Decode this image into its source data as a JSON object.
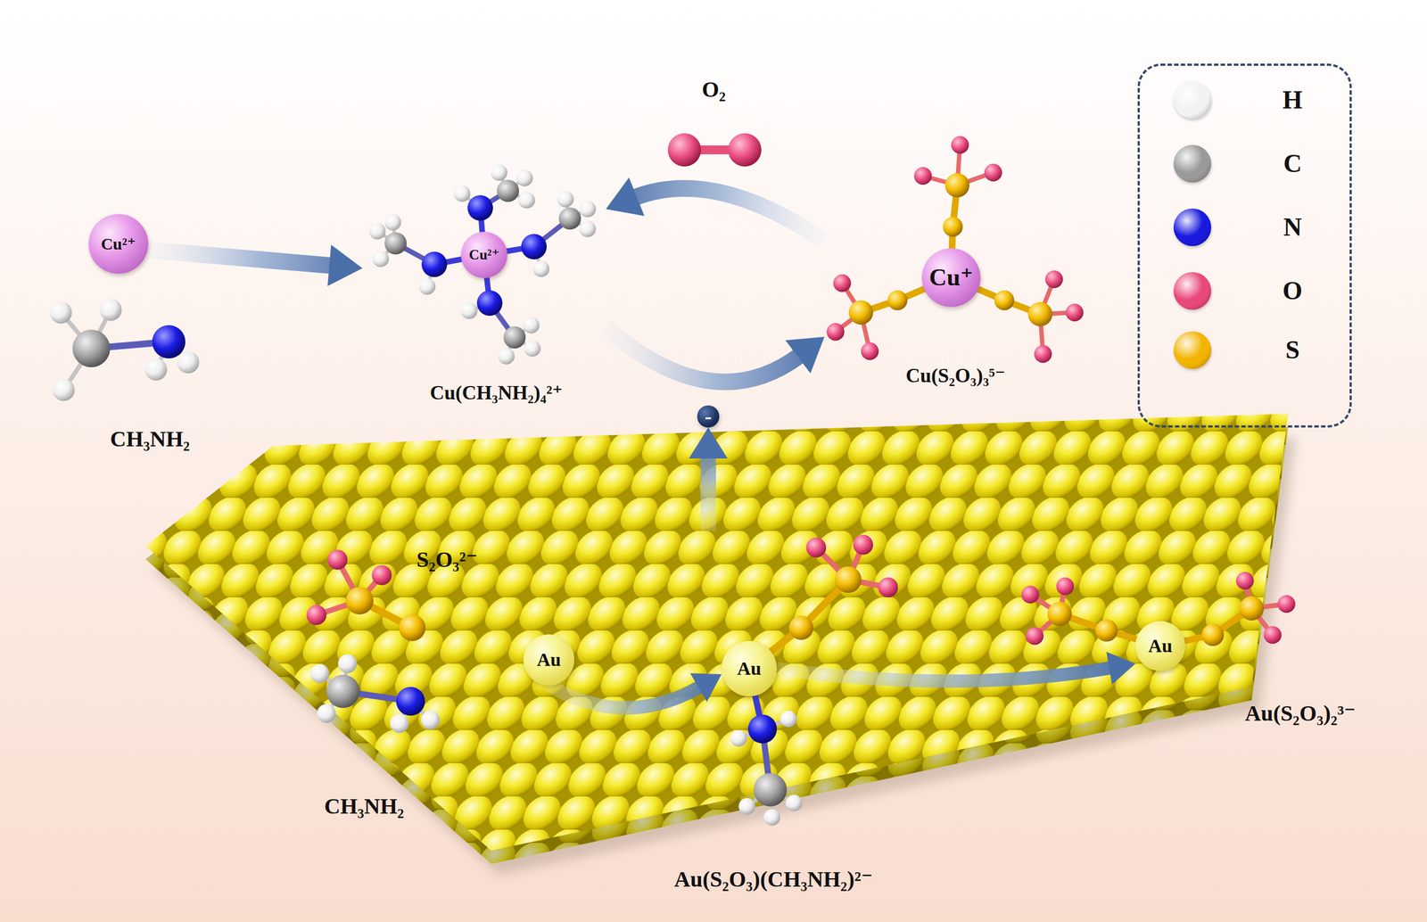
{
  "diagram": {
    "nodes": [
      {
        "text": [
          "Cu²⁺"
        ]
      },
      {
        "text": [
          "CH₃NH₂"
        ]
      },
      {
        "text": [
          "Cu(CH₃NH₂)₄²⁺"
        ]
      },
      {
        "text": [
          "Cu²⁺"
        ],
        "in": 2
      },
      {
        "text": [
          "O₂"
        ]
      },
      {
        "text": [
          "Cu(S₂O₃)₃⁵⁻"
        ]
      },
      {
        "text": [
          "Cu⁺"
        ],
        "in": 5
      },
      {
        "text": [
          "-"
        ]
      },
      {
        "text": [
          "S₂O₃²⁻"
        ]
      },
      {
        "text": [
          "CH₃NH₂"
        ]
      },
      {
        "text": [
          "Au"
        ]
      },
      {
        "text": [
          "Au(S₂O₃)(CH₃NH₂)²⁻"
        ]
      },
      {
        "text": [
          "Au"
        ],
        "in": 11
      },
      {
        "text": [
          "Au(S₂O₃)₂³⁻"
        ]
      },
      {
        "text": [
          "Au"
        ],
        "in": 13
      }
    ],
    "edges": [
      {
        "from": 0,
        "to": 2,
        "arrow": "to"
      },
      {
        "from": 2,
        "to": 5,
        "arrow": "to"
      },
      {
        "from": 5,
        "to": 2,
        "arrow": "to"
      },
      {
        "from": 10,
        "to": 12,
        "arrow": "to"
      },
      {
        "from": 12,
        "to": 14,
        "arrow": "to"
      },
      {
        "from": 11,
        "to": 7,
        "arrow": "to"
      }
    ],
    "legend": [
      {
        "text": "H",
        "color": "#f2f2f2"
      },
      {
        "text": "C",
        "color": "#9a9a9a"
      },
      {
        "text": "N",
        "color": "#1a1adf"
      },
      {
        "text": "O",
        "color": "#e8487a"
      },
      {
        "text": "S",
        "color": "#f2b400"
      }
    ]
  }
}
